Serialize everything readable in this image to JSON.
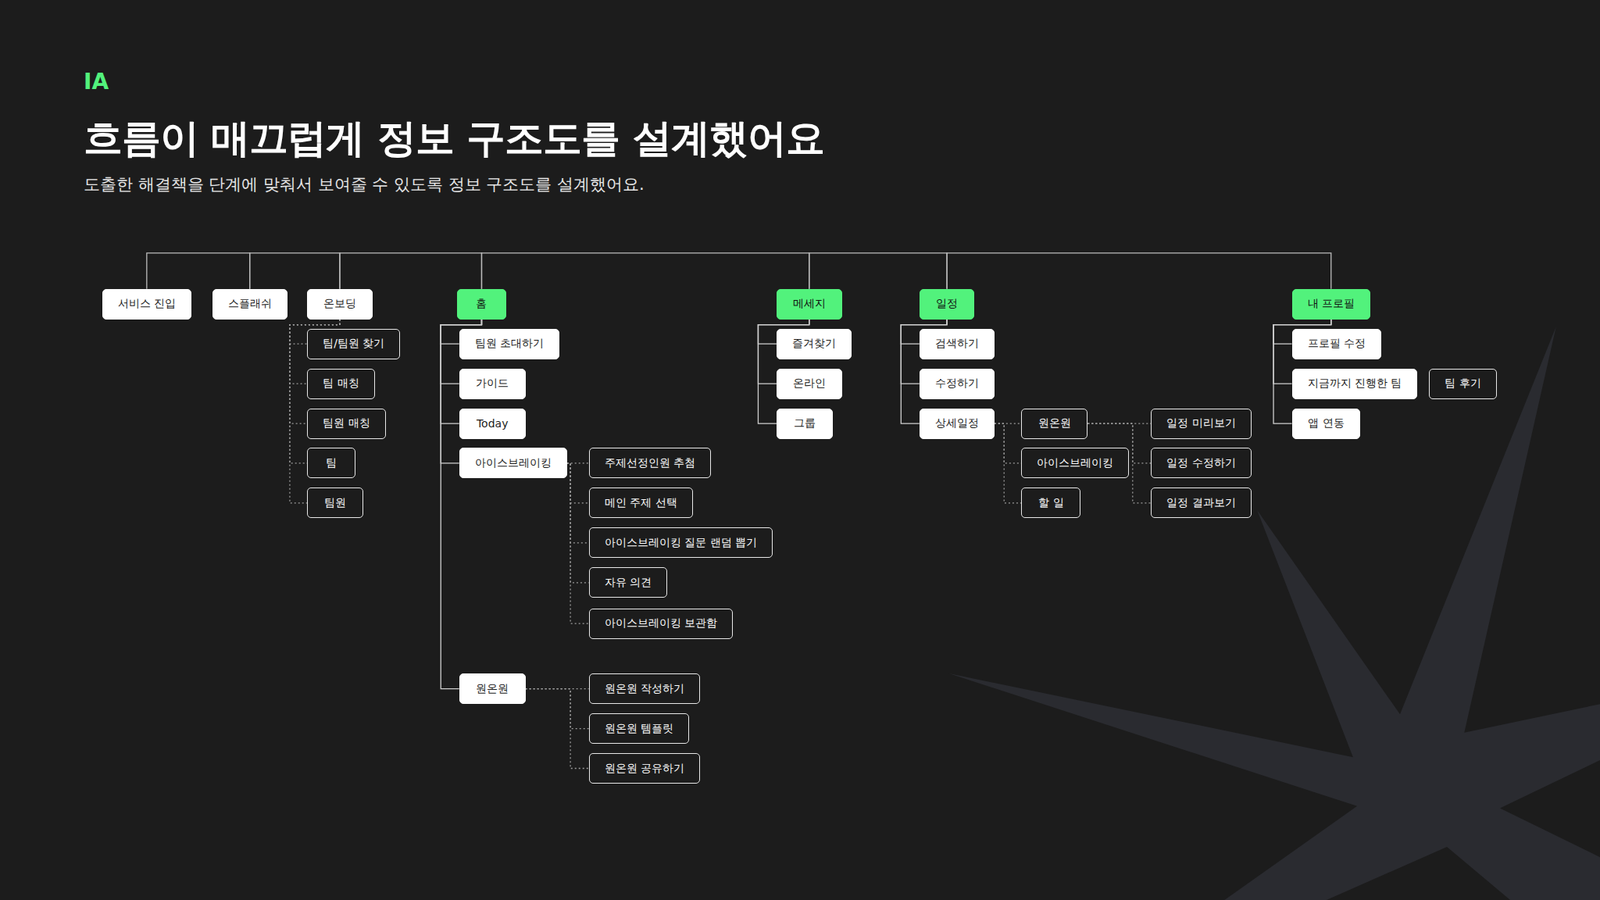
{
  "diagram": {
    "title": "흐름이 매끄럽게 정보 구조도를 설계했어요",
    "caption": "도출한 해결책을 단계에 맞춰서 보여줄 수 있도록 정보 구조도를 설계했어요.",
    "nodes": [
      {
        "text": [
          "서비스 진입"
        ]
      },
      {
        "text": [
          "스플래쉬"
        ]
      },
      {
        "text": [
          "온보딩"
        ]
      },
      {
        "text": [
          "팀/팀원 찾기"
        ]
      },
      {
        "text": [
          "팀 매칭"
        ]
      },
      {
        "text": [
          "팀원 매칭"
        ]
      },
      {
        "text": [
          "팀"
        ]
      },
      {
        "text": [
          "팀원"
        ]
      },
      {
        "text": [
          "홈"
        ]
      },
      {
        "text": [
          "팀원 초대하기"
        ]
      },
      {
        "text": [
          "가이드"
        ]
      },
      {
        "text": [
          "Today"
        ]
      },
      {
        "text": [
          "아이스브레이킹"
        ]
      },
      {
        "text": [
          "주제선정인원 추첨"
        ]
      },
      {
        "text": [
          "메인 주제 선택"
        ]
      },
      {
        "text": [
          "아이스브레이킹 질문 랜덤 뽑기"
        ]
      },
      {
        "text": [
          "자유 의견"
        ]
      },
      {
        "text": [
          "아이스브레이킹 보관함"
        ]
      },
      {
        "text": [
          "원온원"
        ]
      },
      {
        "text": [
          "원온원 작성하기"
        ]
      },
      {
        "text": [
          "원온원 템플릿"
        ]
      },
      {
        "text": [
          "원온원 공유하기"
        ]
      },
      {
        "text": [
          "메세지"
        ]
      },
      {
        "text": [
          "즐겨찾기"
        ]
      },
      {
        "text": [
          "온라인"
        ]
      },
      {
        "text": [
          "그룹"
        ]
      },
      {
        "text": [
          "일정"
        ]
      },
      {
        "text": [
          "검색하기"
        ]
      },
      {
        "text": [
          "수정하기"
        ]
      },
      {
        "text": [
          "상세일정"
        ]
      },
      {
        "text": [
          "원온원"
        ]
      },
      {
        "text": [
          "아이스브레이킹"
        ]
      },
      {
        "text": [
          "할 일"
        ]
      },
      {
        "text": [
          "일정 미리보기"
        ]
      },
      {
        "text": [
          "일정 수정하기"
        ]
      },
      {
        "text": [
          "일정 결과보기"
        ]
      },
      {
        "text": [
          "내 프로필"
        ]
      },
      {
        "text": [
          "프로필 수정"
        ]
      },
      {
        "text": [
          "지금까지 진행한 팀"
        ]
      },
      {
        "text": [
          "앱 연동"
        ]
      },
      {
        "text": [
          "팀 후기"
        ]
      }
    ],
    "edges": [
      {
        "from": 0,
        "to": 1,
        "arrow": "none"
      },
      {
        "from": 1,
        "to": 2,
        "arrow": "none"
      },
      {
        "from": 2,
        "to": 8,
        "arrow": "none"
      },
      {
        "from": 8,
        "to": 22,
        "arrow": "none"
      },
      {
        "from": 22,
        "to": 26,
        "arrow": "none"
      },
      {
        "from": 26,
        "to": 36,
        "arrow": "none"
      },
      {
        "from": 2,
        "to": 3,
        "arrow": "none"
      },
      {
        "from": 2,
        "to": 4,
        "arrow": "none"
      },
      {
        "from": 2,
        "to": 5,
        "arrow": "none"
      },
      {
        "from": 2,
        "to": 6,
        "arrow": "none"
      },
      {
        "from": 2,
        "to": 7,
        "arrow": "none"
      },
      {
        "from": 8,
        "to": 9,
        "arrow": "none"
      },
      {
        "from": 8,
        "to": 10,
        "arrow": "none"
      },
      {
        "from": 8,
        "to": 11,
        "arrow": "none"
      },
      {
        "from": 8,
        "to": 12,
        "arrow": "none"
      },
      {
        "from": 8,
        "to": 18,
        "arrow": "none"
      },
      {
        "from": 12,
        "to": 13,
        "arrow": "none"
      },
      {
        "from": 12,
        "to": 14,
        "arrow": "none"
      },
      {
        "from": 12,
        "to": 15,
        "arrow": "none"
      },
      {
        "from": 12,
        "to": 16,
        "arrow": "none"
      },
      {
        "from": 12,
        "to": 17,
        "arrow": "none"
      },
      {
        "from": 18,
        "to": 19,
        "arrow": "none"
      },
      {
        "from": 18,
        "to": 20,
        "arrow": "none"
      },
      {
        "from": 18,
        "to": 21,
        "arrow": "none"
      },
      {
        "from": 22,
        "to": 23,
        "arrow": "none"
      },
      {
        "from": 22,
        "to": 24,
        "arrow": "none"
      },
      {
        "from": 22,
        "to": 25,
        "arrow": "none"
      },
      {
        "from": 26,
        "to": 27,
        "arrow": "none"
      },
      {
        "from": 26,
        "to": 28,
        "arrow": "none"
      },
      {
        "from": 26,
        "to": 29,
        "arrow": "none"
      },
      {
        "from": 29,
        "to": 30,
        "arrow": "none"
      },
      {
        "from": 29,
        "to": 31,
        "arrow": "none"
      },
      {
        "from": 29,
        "to": 32,
        "arrow": "none"
      },
      {
        "from": 30,
        "to": 33,
        "arrow": "none"
      },
      {
        "from": 30,
        "to": 34,
        "arrow": "none"
      },
      {
        "from": 30,
        "to": 35,
        "arrow": "none"
      },
      {
        "from": 36,
        "to": 37,
        "arrow": "none"
      },
      {
        "from": 36,
        "to": 38,
        "arrow": "none"
      },
      {
        "from": 36,
        "to": 39,
        "arrow": "none"
      }
    ],
    "labels": [
      "IA"
    ]
  }
}
